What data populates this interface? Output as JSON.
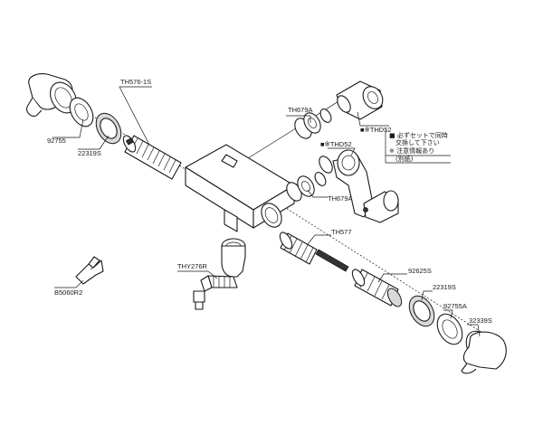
{
  "labels": {
    "th576_1s": "TH576-1S",
    "p92755": "92755",
    "p22319s_top": "22319S",
    "th679a_top": "TH679A",
    "thd52_top": "■※THD52",
    "thd52_mid": "■※THD52",
    "th679a_mid": "TH679A",
    "th577": "TH577",
    "thy276r": "THY276R",
    "p92625s": "92625S",
    "p22319s_bottom": "22319S",
    "p92755a": "92755A",
    "p32339s": "32339S",
    "b5060r2": "B5060R2"
  },
  "note": {
    "line1": "■ 必ずセットで同時",
    "line2": "　交換して下さい",
    "line3": "※ 注意情報あり",
    "line4": "　(別紙)"
  }
}
